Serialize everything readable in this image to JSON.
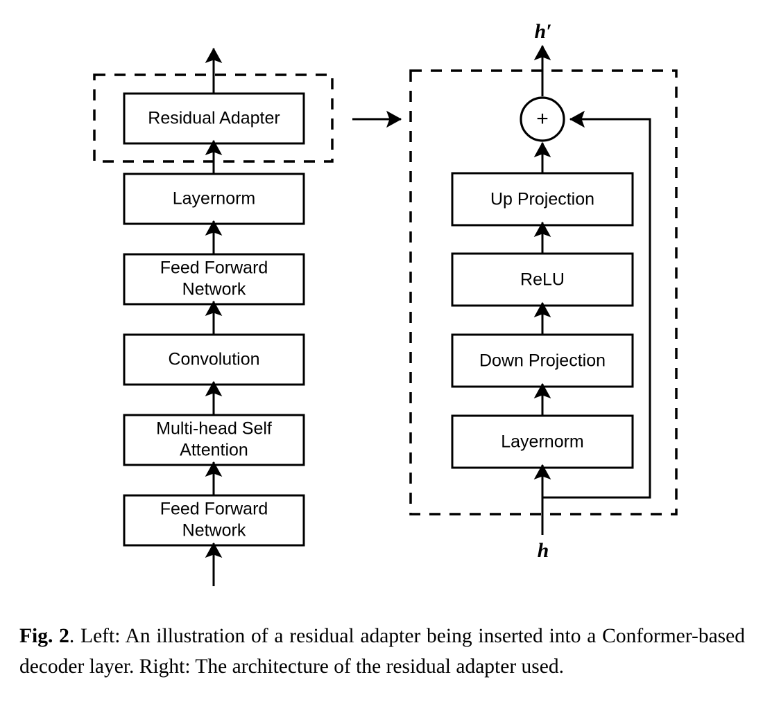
{
  "figure": {
    "caption_label": "Fig. 2",
    "caption_text": ". Left: An illustration of a residual adapter being inserted into a Conformer-based decoder layer. Right: The architecture of the residual adapter used."
  },
  "left_panel": {
    "name": "conformer-decoder-layer",
    "highlight_box_label": "Residual Adapter",
    "blocks": [
      {
        "id": "residual-adapter",
        "label": "Residual Adapter",
        "lines": [
          "Residual Adapter"
        ]
      },
      {
        "id": "layernorm",
        "label": "Layernorm",
        "lines": [
          "Layernorm"
        ]
      },
      {
        "id": "feed-forward-network-top",
        "label": "Feed Forward Network",
        "lines": [
          "Feed Forward",
          "Network"
        ]
      },
      {
        "id": "convolution",
        "label": "Convolution",
        "lines": [
          "Convolution"
        ]
      },
      {
        "id": "multi-head-self-attention",
        "label": "Multi-head Self Attention",
        "lines": [
          "Multi-head Self",
          "Attention"
        ]
      },
      {
        "id": "feed-forward-network-bottom",
        "label": "Feed Forward Network",
        "lines": [
          "Feed Forward",
          "Network"
        ]
      }
    ]
  },
  "transition": {
    "arrow_label": "expands-to",
    "direction": "right"
  },
  "right_panel": {
    "name": "residual-adapter-architecture",
    "input_label": "h",
    "output_label": "h′",
    "sum_symbol": "+",
    "blocks": [
      {
        "id": "up-projection",
        "label": "Up Projection",
        "lines": [
          "Up Projection"
        ]
      },
      {
        "id": "relu",
        "label": "ReLU",
        "lines": [
          "ReLU"
        ]
      },
      {
        "id": "down-projection",
        "label": "Down Projection",
        "lines": [
          "Down Projection"
        ]
      },
      {
        "id": "layernorm",
        "label": "Layernorm",
        "lines": [
          "Layernorm"
        ]
      }
    ],
    "skip_connection": "residual-skip-connection"
  },
  "colors": {
    "stroke": "#000000",
    "fill": "#ffffff",
    "background": "#ffffff"
  }
}
